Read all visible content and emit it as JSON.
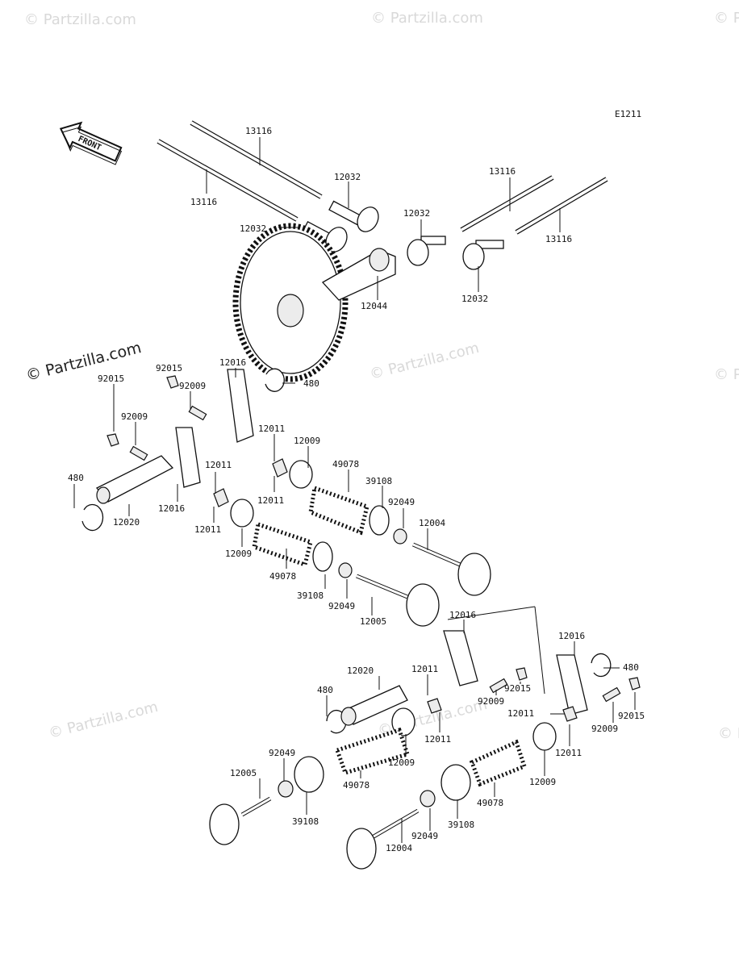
{
  "diagram_code": "E1211",
  "front_arrow": "FRONT",
  "watermark": "© Partzilla.com",
  "labels": {
    "l13116a": "13116",
    "l13116b": "13116",
    "l13116c": "13116",
    "l13116d": "13116",
    "l12032a": "12032",
    "l12032b": "12032",
    "l12032c": "12032",
    "l12032d": "12032",
    "l12044": "12044",
    "l92015a": "92015",
    "l92009a": "92009",
    "l12016a": "12016",
    "l480a": "480",
    "l92015b": "92015",
    "l92009b": "92009",
    "l12011a": "12011",
    "l12009a": "12009",
    "l49078a": "49078",
    "l39108a": "39108",
    "l92049a": "92049",
    "l12004a": "12004",
    "l480b": "480",
    "l12011b": "12011",
    "l12011c": "12011",
    "l12020a": "12020",
    "l12016b": "12016",
    "l12011d": "12011",
    "l12009b": "12009",
    "l49078b": "49078",
    "l39108b": "39108",
    "l92049b": "92049",
    "l12005a": "12005",
    "l12016c": "12016",
    "l12016d": "12016",
    "l480c": "480",
    "l12020b": "12020",
    "l12011e": "12011",
    "l480d": "480",
    "l92009c": "92009",
    "l92015c": "92015",
    "l12011f": "12011",
    "l92015d": "92015",
    "l92009d": "92009",
    "l12011g": "12011",
    "l12011h": "12011",
    "l12009c": "12009",
    "l12009d": "12009",
    "l49078c": "49078",
    "l49078d": "49078",
    "l92049c": "92049",
    "l12005b": "12005",
    "l39108c": "39108",
    "l39108d": "39108",
    "l92049d": "92049",
    "l12004b": "12004"
  }
}
